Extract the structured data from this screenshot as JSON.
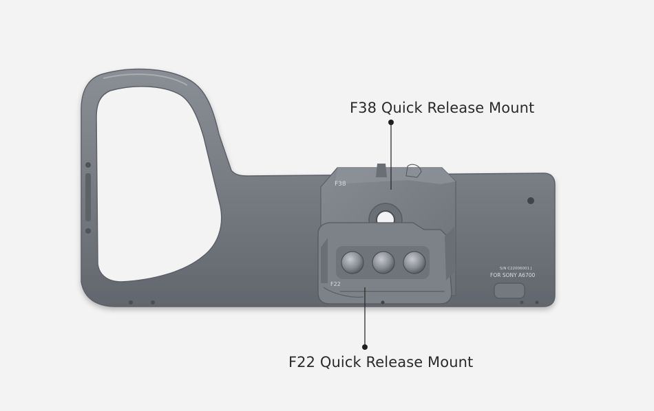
{
  "callouts": {
    "f38": {
      "label": "F38 Quick Release Mount"
    },
    "f22": {
      "label": "F22 Quick Release Mount"
    }
  },
  "engravings": {
    "f38_mark": "F38",
    "f22_mark": "F22",
    "serial": "S/N C22006001 J",
    "model": "FOR SONY A6700"
  },
  "colors": {
    "background": "#f3f3f3",
    "metal": "#767a82",
    "text": "#2a2a2a"
  }
}
